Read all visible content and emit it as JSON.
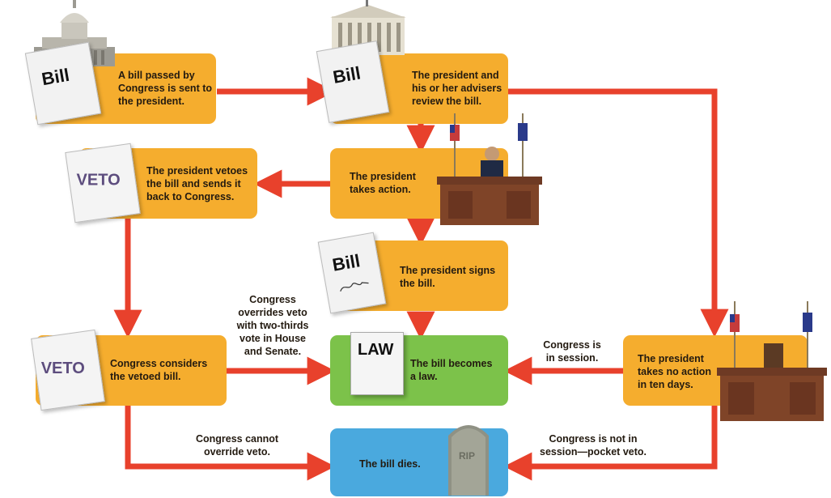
{
  "steps": {
    "bill_passed": "A bill passed by\nCongress is sent to\nthe president.",
    "president_review": "The president and\nhis or her advisers\nreview the bill.",
    "president_vetoes": "The president vetoes\nthe bill and sends it\nback to Congress.",
    "president_action": "The president\ntakes action.",
    "president_signs": "The president signs\nthe bill.",
    "congress_considers": "Congress considers\nthe vetoed bill.",
    "bill_becomes_law": "The bill becomes\na law.",
    "no_action": "The president\ntakes no action\nin ten days.",
    "bill_dies": "The bill dies."
  },
  "labels": {
    "override": "Congress\noverrides veto\nwith two-thirds\nvote in House\nand Senate.",
    "in_session": "Congress is\nin session.",
    "cannot_override": "Congress cannot\noverride veto.",
    "not_in_session": "Congress is not in\nsession—pocket veto."
  },
  "documents": {
    "bill": "Bill",
    "veto": "VETO",
    "law": "LAW",
    "rip": "RIP"
  },
  "colors": {
    "box_orange": "#f5ad2e",
    "box_green": "#7cc24a",
    "box_blue": "#4aa9de",
    "arrow_red": "#e8412c"
  }
}
